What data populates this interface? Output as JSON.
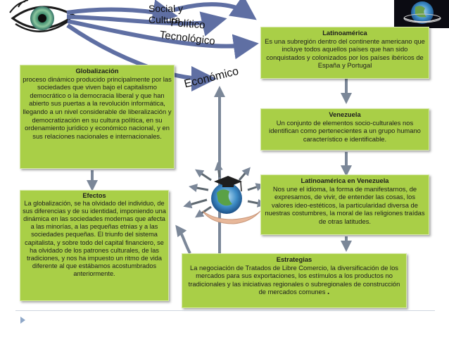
{
  "words": {
    "social": "Social y",
    "cultura": "Cultura",
    "politico": "Político",
    "tecnologico": "Tecnológico",
    "economico": "Económico"
  },
  "boxes": {
    "globalizacion": {
      "title": "Globalización",
      "body": "proceso dinámico producido principalmente por las sociedades que viven bajo el capitalismo democrático o la democracia liberal y que han abierto sus puertas a la revolución informática, llegando a un nivel considerable de liberalización y democratización en su cultura política, en su ordenamiento jurídico y económico nacional, y en sus relaciones nacionales e internacionales."
    },
    "efectos": {
      "title": "Efectos",
      "body": "La globalización, se ha olvidado del individuo, de sus diferencias y de su identidad, imponiendo una dinámica en las sociedades modernas que afecta a las minorías, a las pequeñas etnias y a las sociedades pequeñas. El triunfo del sistema capitalista, y sobre todo del capital financiero, se ha olvidado de los patrones culturales, de las tradiciones, y nos ha impuesto un ritmo de vida diferente al que estábamos acostumbrados anteriormente."
    },
    "latinoamerica": {
      "title": "Latinoamérica",
      "body": "Es una subregión dentro del continente americano que incluye todos aquellos países que han sido conquistados y colonizados por los países ibéricos de España y Portugal"
    },
    "venezuela": {
      "title": "Venezuela",
      "body": "Un conjunto de elementos socio-culturales nos identifican como pertenecientes a un grupo humano característico e identificable."
    },
    "latinoamerica_venezuela": {
      "title": "Latinoamérica en Venezuela",
      "body": "Nos une el idioma, la forma de manifestarnos, de expresarnos, de vivir, de entender las cosas, los valores ideo-estéticos, la particularidad diversa de nuestras costumbres, la moral de las religiones traídas de otras latitudes."
    },
    "estrategias": {
      "title": "Estrategias",
      "body": "La negociación de Tratados de Libre Comercio, la diversificación de los mercados para sus exportaciones, los estímulos a los productos no tradicionales y las iniciativas regionales o subregionales de construcción de mercados comunes",
      "tail": "."
    }
  },
  "colors": {
    "box_fill": "#a9cf47",
    "arrow_fill": "#5f6fa3",
    "arrow_gray": "#6f7f99"
  },
  "icons": [
    "eye-icon",
    "globe-earth-icon",
    "hand-globe-graduation-cap-icon"
  ]
}
